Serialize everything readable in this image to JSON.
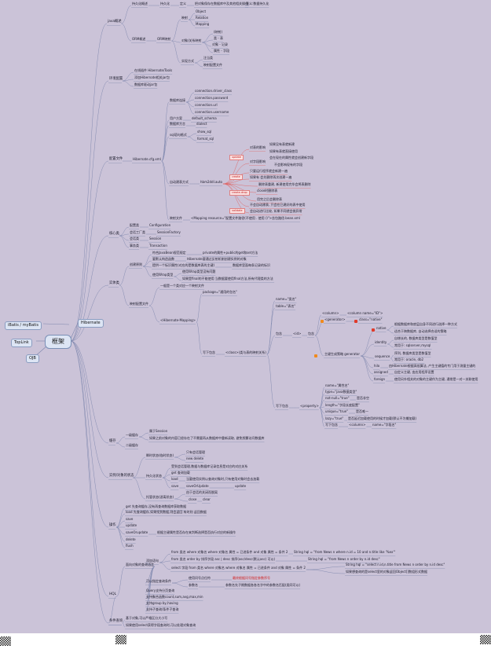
{
  "root": {
    "label": "框架"
  },
  "left": [
    "iBatis / myBatis",
    "TopLink",
    "OJB"
  ],
  "right": {
    "label": "Hibernate"
  },
  "nodes": {
    "a": "java概述",
    "a1": "持久化概述",
    "a1a": "持久化",
    "a1b": "定义",
    "a1c": "把对象保存在数据库中及其他相关操作",
    "a1d": "意义:数据持久化",
    "a2": "ORM概述",
    "a2a": "ORM映射",
    "a2a1": "映射",
    "a2a1a": "Object",
    "a2a1b": "Relation",
    "a2a1c": "Mapping",
    "a2b": "对象/关系映射",
    "a2b1": "(映射)",
    "a2b2": "类 - 表",
    "a2b3": "对象 - 记录",
    "a2b4": "属性 - 字段",
    "a2c": "实现方式",
    "a2c1": "注当类",
    "a2c2": "映射配置文件",
    "b": "环境配置",
    "b1": "在线插件 Hibernate/Tools",
    "b2": "添加Hibernate相关jar包",
    "b3": "数据库驱动jar包",
    "c": "配置文件",
    "c1": "Hibernate.cfg.xml",
    "c11": "数据库连接",
    "c11a": "connection.driver_class",
    "c11b": "connection.password",
    "c11c": "connection.url",
    "c11d": "connection.username",
    "c12": "用户方案",
    "c12a": "default_schema",
    "c13": "数据库方言",
    "c13a": "dialect",
    "c14": "sql语句格式",
    "c14a": "show_sql",
    "c14b": "format_sql",
    "c15": "自动建表方式",
    "c15a": "hbm2ddl.auto",
    "tag_update": "update",
    "tag_create": "create",
    "tag_createdrop": "create-drop",
    "tag_validate": "validate",
    "u1": "对表的影响",
    "u1a": "如果没有表就新建",
    "u1b": "如果有表就直接使用",
    "u2": "对字段影响",
    "u2a": "会在现在的属性就会创建新字段",
    "u2b": "不会影响现有的字段",
    "cr1": "只要运行程序就会新建一遍",
    "cr2": "如果有 会先删除再次创建一遍",
    "cr3": "删除表重建, 新建使用完毕会将表删除",
    "cd1": "close时删除表",
    "cd2": "用完之后会删除表",
    "v1": "不会自动建表, 只会在已建好的表中使用",
    "v2": "会自动进行比较, 如果不同就会抛异常",
    "c16": "映射文件",
    "c16a": "<Mapping resource=\"配置文件路径(不使用 . 使用 /)\">含包路径.bean.xml",
    "d": "核心类",
    "d1": "配置类",
    "d1a": "Configuration",
    "d2": "会话工厂类",
    "d2a": "SessionFactory",
    "d3": "会话类",
    "d3a": "Session",
    "d4": "事务类",
    "d4a": "Transaction",
    "e": "实体类",
    "e1": "创建原则",
    "e1a": "符合JavaBean规范规定",
    "e1a1": "private的属性+public的get和set方法",
    "e1b": "要默认构造函数",
    "e1b1": "Hibernate要通过反射机制创建实例的对象",
    "e1c": "提供一个标识属性(对应的是数据库表的主键)",
    "e1c1": "数据库里面每条记录的标识",
    "e1d": "使用Wrap类型",
    "e1d1": "使用Wrap类型没有问题",
    "e1d2": "如果是final的不能使用  当数据要使用final方法,所有代理类的方法",
    "e2": "映射配置文件",
    "f1": "一般是一个类对应一个映射文件",
    "f2": "<Hibernate-Mapping>",
    "f2a": "package=\"通用的包名\"",
    "f3": "写下包含",
    "f3a": "<class>(类与表的映射关系)",
    "f3a1": "name=\"类名\"",
    "f3a2": "table=\"表名\"",
    "g1": "包含",
    "g1a": "<id>",
    "g1b": "包含",
    "g2": "<column>",
    "g2a": "<column name=\"ID\">",
    "g3": "<generator>",
    "g3a": "class=\"native\"",
    "g4": "主键生成策略 generator",
    "gn": "native",
    "gn1": "根据数据库和底层自身不同进行选择一种方式",
    "gn2": "适合于跨数据库, 自动选择合适的策略",
    "gi": "identity",
    "gi1": "自增长的, 数据库类型是数值型",
    "gi2": "常用于:  sqlserver,mysql",
    "gs": "sequence",
    "gs1": "序列, 数据库类型是数值型",
    "gs2": "常用于:  oracle, db2",
    "gh": "hilo",
    "gh1": "由Hibernate根据高低算法, 产生主键值的专门用于测量主键的",
    "ga": "assigned",
    "ga1": "自定义主键, 由应用程序设置",
    "gf": "foreign",
    "gf1": "使用另外相关的对象的主键作为主键, 通常是一对一关联使用",
    "h1": "写下包含",
    "h1a": "<property>",
    "h1b": "name=\"属性名\"",
    "h1c": "type=\"java数据类型\"",
    "h1d": "not-null=\"true\"",
    "h1d1": "是否非空",
    "h1e": "length=\"字段长度配置\"",
    "h1f": "unique=\"true\"",
    "h1f1": "是否唯一",
    "h1g": "lazy=\"true\"",
    "h1g1": "是否延迟加载使用的时候才加载(默认不为懒加载)",
    "h1h": "写下包含",
    "h1h1": "<column>",
    "h1h2": "name=\"字段名\"",
    "i": "缓存",
    "i1": "一级缓存",
    "i1a": "属于Session",
    "i1b": "如果之前对象的内容已经存在了不需要再从数据库中重新读取, 避免频繁访问数据库",
    "i2": "二级缓存",
    "j": "实例/对象的状态",
    "j1": "瞬时状态(临时状态)",
    "j1a": "只有会话管理",
    "j1b": "new delete",
    "j2": "持久化状态",
    "j2a": "受到会话管理,数据与数据库记录信息是对应的对应关系",
    "j2b": "get  查询加载",
    "j2c": "load",
    "j2c1": "当要使用实例以查询对象时,只有使用对象时会去加载",
    "j2d": "save",
    "j2d1": "saveOrUpdate",
    "j2d2": "update",
    "j3": "托管状态(游离状态)",
    "j3a": "由于会话的关闭而脱离",
    "j3b": "close",
    "j3c": "clear",
    "k": "操作",
    "k1": "get 先查询缓存,没有再查询数据库获取数据",
    "k2": "load 先查询缓存,如果找到数据,则会返回 有时则 返回数据",
    "k3": "save",
    "k4": "update",
    "k5": "saveOrupdate",
    "k5a": "根据主键属性是否存在来判断选择是否执行对应的新操作",
    "k6": "delete",
    "k7": "flush",
    "l": "HQL",
    "l1": "面向对象的查询语言",
    "l11": "添加语句",
    "l11a": "from 类名 where 对象名 where 对象名 属性 = 已进条件 and 对象 属性 = 条件 2",
    "l11a1": "String hql = \"from News n where n.id = 10 and n.title like '%ex'\"",
    "l11b": "from 类名 order by 排序字段 asc | desc 排序(asc/desc(默认asc) 可以)",
    "l11b1": "String hql = \"from News n order by n.id desc\"",
    "l11c": "select 字段 from 类名 where 对象名 where 对象名 属性 = 已进条件 and 对象 属性 = 条件 2",
    "l11c1": "String hql = \"select n.id,n.title from News n order by n.id desc\"",
    "l11c2": "如果想查询的是select里的对象返回Object[]数组形式数据",
    "l12": "可以指定查询条件",
    "l12a": "使用问号点位符",
    "l12a1": "最终根据问号指定参数序号",
    "l12b": "参数名",
    "l12b1": "参数名先子期数据各各名字中的参数名匹配(类同可以)",
    "l13": "Query支持分页查询",
    "l14": "支持聚合函数count,sum,avg,max,min",
    "l15": "支持group by,having",
    "l16": "支持子查询/条件子查询",
    "m": "条件查询",
    "m1": "基于对象,可以严格区分大小写",
    "m2": "如果使用select获得字段查询时,可以处理对象查询"
  },
  "colors": {
    "background": "#cbc3d8",
    "root_fill": "#dde5f4",
    "line": "#7d86ad",
    "line_red": "#e06262",
    "tag_red": "#c01818"
  }
}
